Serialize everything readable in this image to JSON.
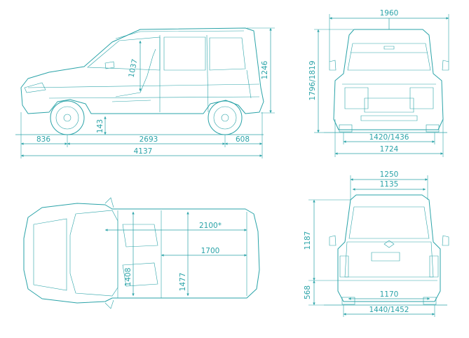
{
  "side_view": {
    "front_overhang": "836",
    "wheelbase": "2693",
    "rear_overhang": "608",
    "length": "4137",
    "height": "1246",
    "ground_clearance": "143",
    "interior_height": "1037"
  },
  "front_view": {
    "mirror_width": "1960",
    "overall_height": "1796/1819",
    "track": "1420/1436",
    "width": "1724"
  },
  "top_view": {
    "load_length_max": "2100*",
    "load_length": "1700",
    "width_front": "1408",
    "width_rear": "1477"
  },
  "rear_view": {
    "roof_width": "1250",
    "door_width": "1135",
    "door_height": "1187",
    "sill_height": "568",
    "floor_width": "1170",
    "track": "1440/1452"
  },
  "colors": {
    "line": "#2aa3a8",
    "background": "#ffffff"
  }
}
